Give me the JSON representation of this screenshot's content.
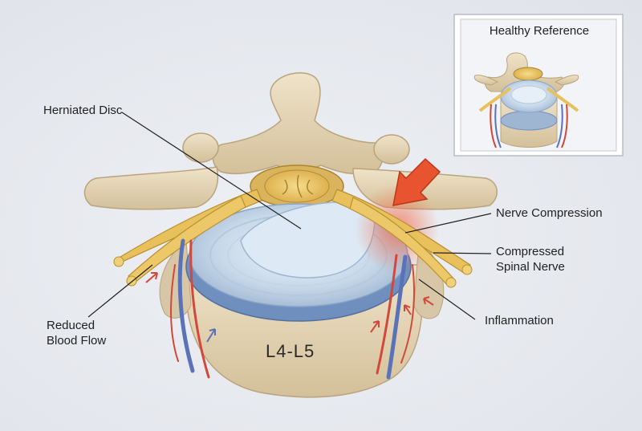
{
  "labels": {
    "herniated_disc": "Herniated Disc",
    "nerve_compression": "Nerve Compression",
    "compressed_nerve_line1": "Compressed",
    "compressed_nerve_line2": "Spinal Nerve",
    "inflammation": "Inflammation",
    "reduced_flow_line1": "Reduced",
    "reduced_flow_line2": "Blood Flow",
    "vertebra_level": "L4-L5"
  },
  "inset": {
    "title": "Healthy Reference"
  },
  "colors": {
    "bone": "#e2d3b7",
    "bone_shadow": "#c8b58f",
    "disc_outer": "#aec4dd",
    "disc_inner": "#d9e6f2",
    "nerve": "#e8c15c",
    "artery": "#d2483a",
    "vein": "#5a73b8",
    "inflammation": "#f2704f"
  }
}
